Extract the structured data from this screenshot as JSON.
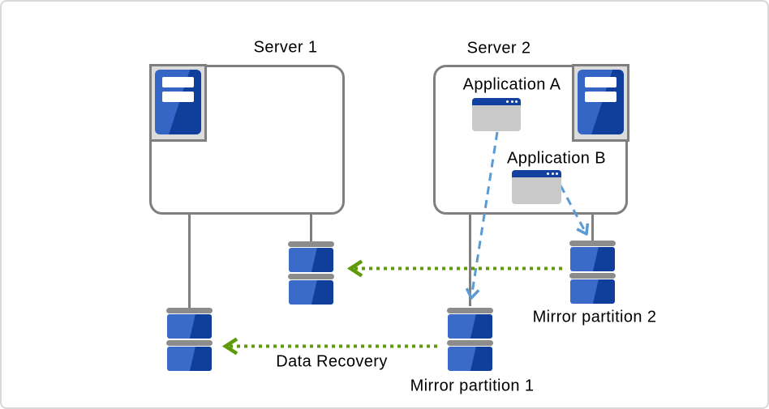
{
  "diagram_title": "Server mirroring and data recovery diagram",
  "labels": {
    "server1": "Server 1",
    "server2": "Server 2",
    "app_a": "Application A",
    "app_b": "Application B",
    "mirror1": "Mirror partition 1",
    "mirror2": "Mirror partition 2",
    "data_recovery": "Data Recovery"
  },
  "icons": {
    "server-tower-icon": "blue tower with two white slots in gray frame (css-shape)",
    "app-window-icon": "gray window with blue title bar and three dots (css-shape)",
    "disk-partition-icon": "stacked blue disk blocks with gray caps (css-shape)"
  },
  "colors": {
    "box_border": "#7f7f7f",
    "connector_gray": "#7f7f7f",
    "disk_cap_gray": "#8c8c8c",
    "disk_blue_light": "#3a6bc9",
    "disk_blue_dark": "#0f3e9b",
    "titlebar_blue": "#12419f",
    "app_body_gray": "#c9c9c9",
    "icon_frame_fill": "#dcdcdc",
    "arrow_blue_dashed": "#5b9bd5",
    "arrow_green_dotted": "#5d9b09",
    "page_border": "#d9d9d9",
    "background": "#ffffff"
  },
  "relations": [
    {
      "from": "Application A",
      "to": "Mirror partition 1",
      "style": "blue-dashed-arrow"
    },
    {
      "from": "Application B",
      "to": "Mirror partition 2",
      "style": "blue-dashed-arrow"
    },
    {
      "from": "Mirror partition 2",
      "to": "Server 1 disk",
      "style": "green-dotted-arrow"
    },
    {
      "from": "Mirror partition 1",
      "to": "Server 1 disk",
      "style": "green-dotted-arrow",
      "label": "Data Recovery"
    }
  ]
}
